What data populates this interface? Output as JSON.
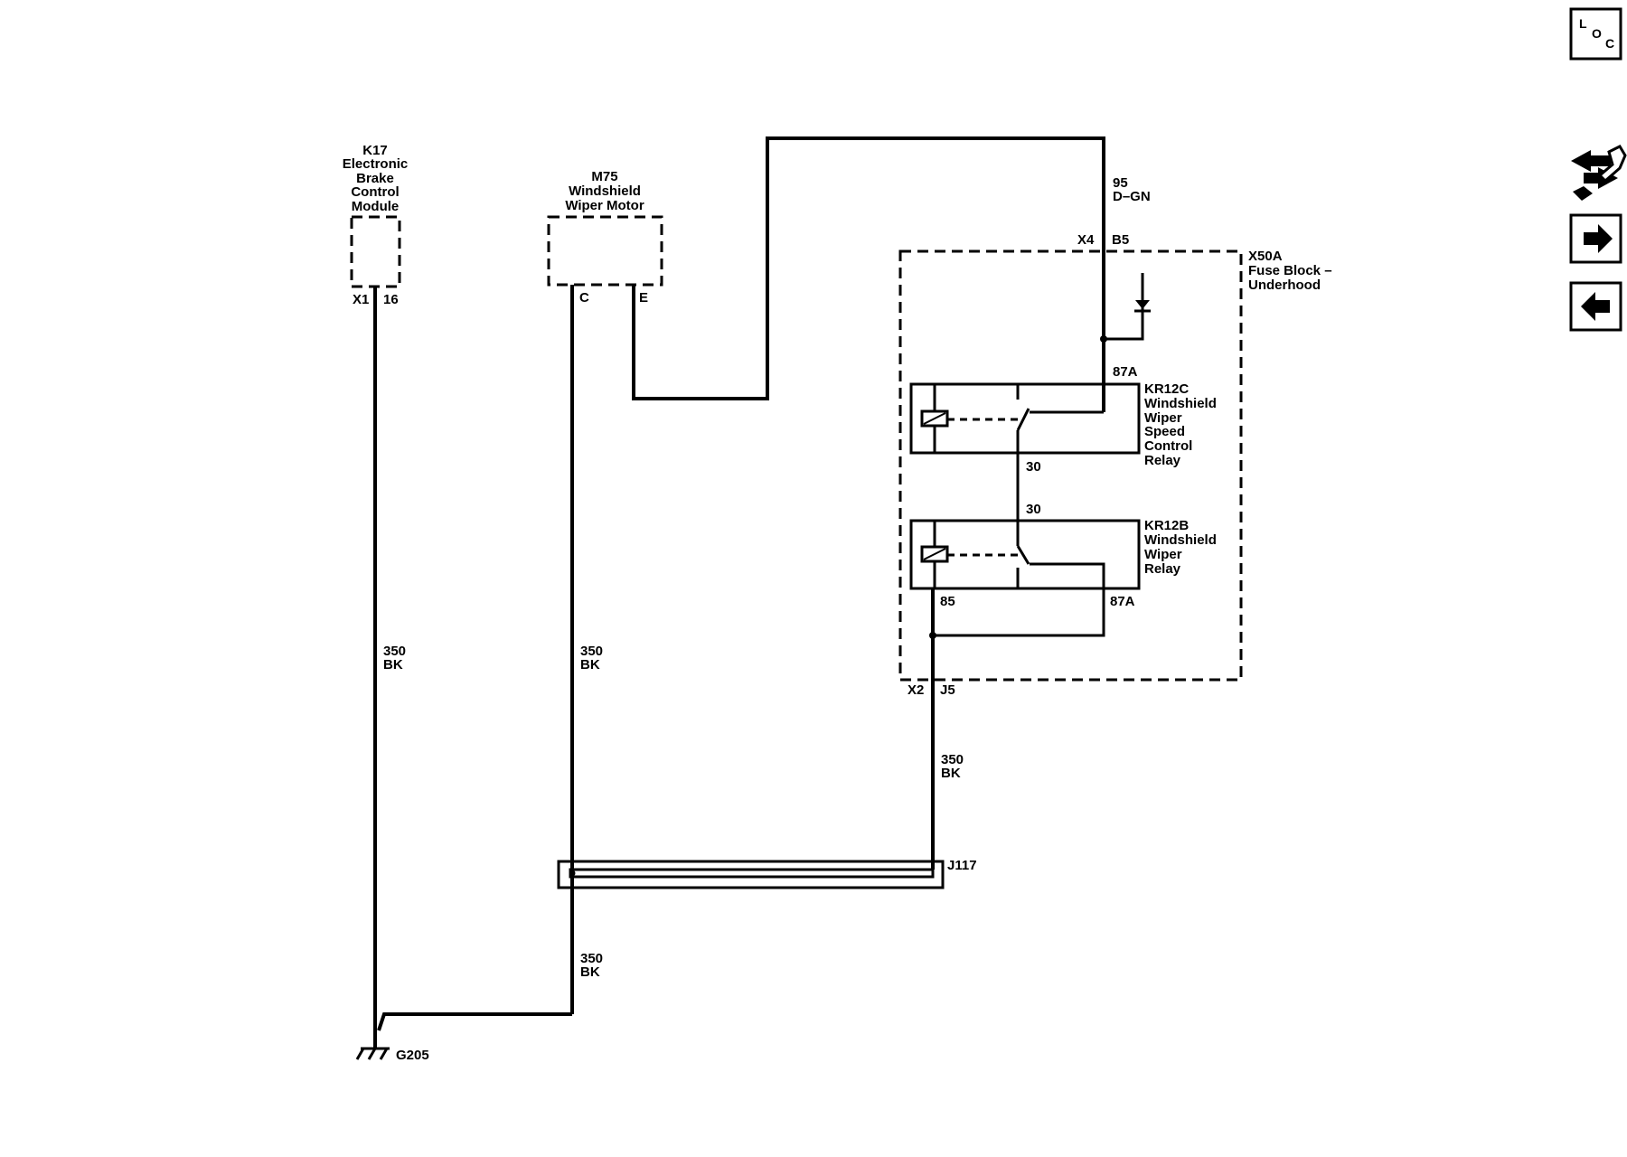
{
  "components": {
    "k17": {
      "lines": [
        "K17",
        "Electronic",
        "Brake",
        "Control",
        "Module"
      ],
      "connector": "X1",
      "pin": "16"
    },
    "m75": {
      "lines": [
        "M75",
        "Windshield",
        "Wiper Motor"
      ],
      "pin_c": "C",
      "pin_e": "E"
    },
    "x50a": {
      "lines": [
        "X50A",
        "Fuse Block –",
        "Underhood"
      ],
      "conn_x4": "X4",
      "pin_b5": "B5",
      "conn_x2": "X2",
      "pin_j5": "J5"
    },
    "kr12c": {
      "lines": [
        "KR12C",
        "Windshield",
        "Wiper",
        "Speed",
        "Control",
        "Relay"
      ],
      "pin_87a": "87A",
      "pin_30": "30"
    },
    "kr12b": {
      "lines": [
        "KR12B",
        "Windshield",
        "Wiper",
        "Relay"
      ],
      "pin_30": "30",
      "pin_85": "85",
      "pin_87a": "87A"
    },
    "j117": {
      "label": "J117"
    },
    "g205": {
      "label": "G205"
    }
  },
  "wires": {
    "d_gn": {
      "circuit": "95",
      "color": "D–GN"
    },
    "k17_ground": {
      "circuit": "350",
      "color": "BK"
    },
    "m75_ground": {
      "circuit": "350",
      "color": "BK"
    },
    "x50a_ground": {
      "circuit": "350",
      "color": "BK"
    },
    "splice_ground": {
      "circuit": "350",
      "color": "BK"
    }
  },
  "nav": {
    "loc": {
      "letters": [
        "L",
        "O",
        "C"
      ]
    },
    "wrench_icon": "wrench-arrows-icon",
    "forward_icon": "arrow-right-icon",
    "back_icon": "arrow-left-icon"
  }
}
